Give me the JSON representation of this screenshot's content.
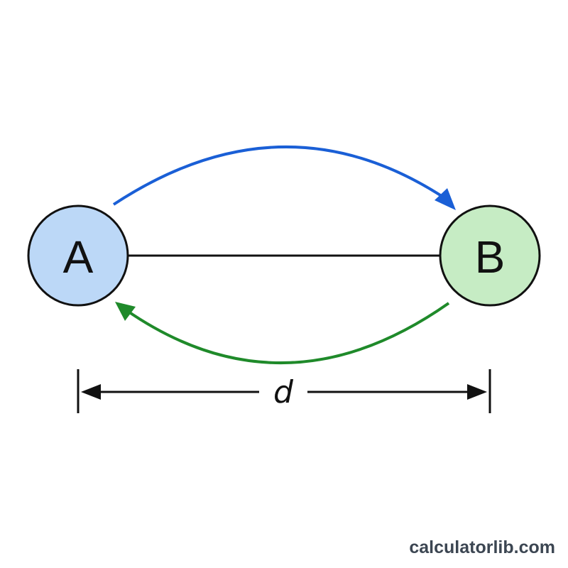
{
  "nodes": {
    "a": {
      "label": "A",
      "fill": "#bcd8f7"
    },
    "b": {
      "label": "B",
      "fill": "#c6ecc4"
    }
  },
  "arrows": {
    "a_to_b_color": "#1a5fd6",
    "b_to_a_color": "#1f8a2a"
  },
  "dimension": {
    "label": "d"
  },
  "watermark": "calculatorlib.com"
}
